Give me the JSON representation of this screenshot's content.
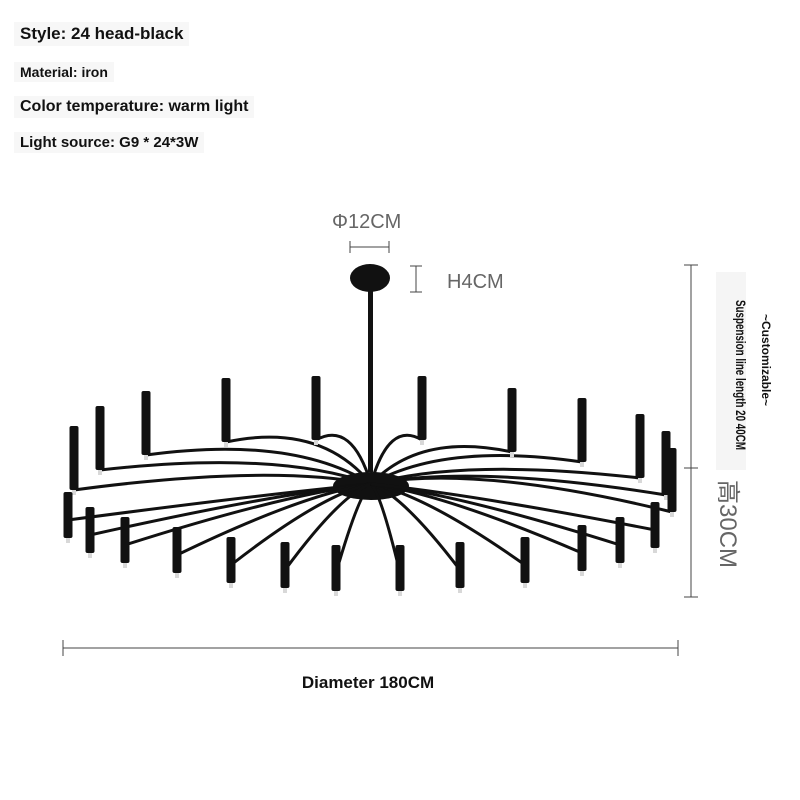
{
  "specs": {
    "style": "Style: 24 head-black",
    "material": "Material: iron",
    "color_temperature": "Color temperature: warm light",
    "light_source": "Light source: G9 * 24*3W"
  },
  "dimensions": {
    "canopy_diameter": "Φ12CM",
    "canopy_height": "H4CM",
    "suspension_line": "Suspension line length 20 40CM",
    "customizable": "~Customizable~",
    "height": "高30CM",
    "diameter": "Diameter 180CM"
  },
  "product": {
    "color": "#111111",
    "heads": 24
  }
}
